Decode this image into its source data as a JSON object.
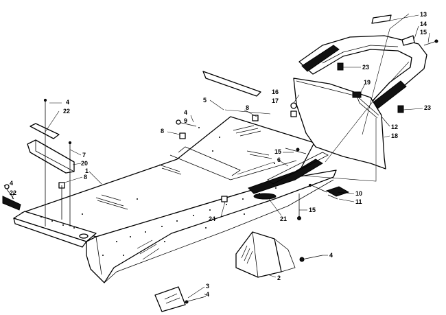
{
  "callouts": [
    {
      "id": "c13",
      "text": "13"
    },
    {
      "id": "c14",
      "text": "14"
    },
    {
      "id": "c15a",
      "text": "15"
    },
    {
      "id": "c23a",
      "text": "23"
    },
    {
      "id": "c19",
      "text": "19"
    },
    {
      "id": "c16",
      "text": "16"
    },
    {
      "id": "c17",
      "text": "17"
    },
    {
      "id": "c23b",
      "text": "23"
    },
    {
      "id": "c12",
      "text": "12"
    },
    {
      "id": "c18",
      "text": "18"
    },
    {
      "id": "c5",
      "text": "5"
    },
    {
      "id": "c8a",
      "text": "8"
    },
    {
      "id": "c4a",
      "text": "4"
    },
    {
      "id": "c9",
      "text": "9"
    },
    {
      "id": "c8b",
      "text": "8"
    },
    {
      "id": "c15b",
      "text": "15"
    },
    {
      "id": "c6",
      "text": "6"
    },
    {
      "id": "c4b",
      "text": "4"
    },
    {
      "id": "c22a",
      "text": "22"
    },
    {
      "id": "c7",
      "text": "7"
    },
    {
      "id": "c20",
      "text": "20"
    },
    {
      "id": "c8c",
      "text": "8"
    },
    {
      "id": "c1",
      "text": "1"
    },
    {
      "id": "c4c",
      "text": "4"
    },
    {
      "id": "c22b",
      "text": "22"
    },
    {
      "id": "c10",
      "text": "10"
    },
    {
      "id": "c11",
      "text": "11"
    },
    {
      "id": "c15c",
      "text": "15"
    },
    {
      "id": "c24",
      "text": "24"
    },
    {
      "id": "c21",
      "text": "21"
    },
    {
      "id": "c4d",
      "text": "4"
    },
    {
      "id": "c2",
      "text": "2"
    },
    {
      "id": "c3",
      "text": "3"
    },
    {
      "id": "c4e",
      "text": "4"
    }
  ]
}
